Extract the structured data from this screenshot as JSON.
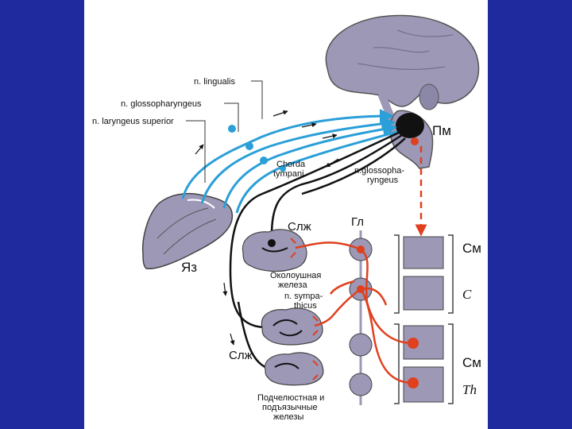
{
  "labels": {
    "n_lingualis": "n. lingualis",
    "n_glossopharyngeus": "n. glossopharyngeus",
    "n_laryngeus_superior": "n. laryngeus superior",
    "chorda_1": "Chorda",
    "chorda_2": "tympani",
    "n_glossopha_1": "n.glossopha-",
    "n_glossopha_2": "ryngeus",
    "pm": "Пм",
    "slzh_top": "Слж",
    "gl": "Гл",
    "yaz": "Яз",
    "parotid_1": "Околоушная",
    "parotid_2": "железа",
    "sympa_1": "n. sympa-",
    "sympa_2": "thicus",
    "sm_1": "См",
    "c": "C",
    "slzh_bottom": "Слж",
    "sm_2": "См",
    "th": "Th",
    "submand_1": "Подчелюстная и",
    "submand_2": "подъязычные",
    "submand_3": "железы"
  },
  "colors": {
    "background": "#1e2a9e",
    "panel": "#ffffff",
    "afferent": "#2a9fd8",
    "sympathetic": "#e0401e",
    "efferent": "#111111",
    "tissue": "#9c98b6"
  }
}
